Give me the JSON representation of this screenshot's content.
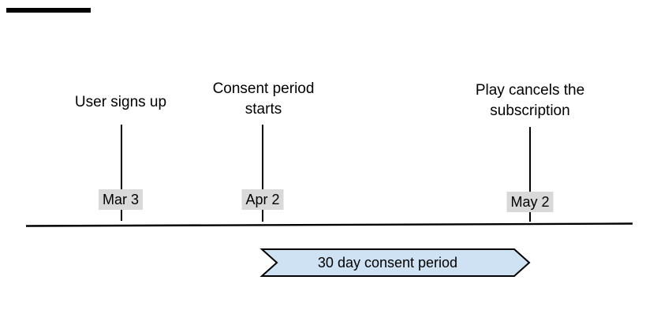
{
  "page": {
    "background": "#ffffff"
  },
  "decoration": {
    "top_left_bar_color": "#000000"
  },
  "timeline": {
    "axis_color": "#000000",
    "date_badge_bg": "#d9d9d9",
    "text_color": "#000000",
    "events": [
      {
        "title_lines": [
          "User signs up"
        ],
        "date": "Mar 3"
      },
      {
        "title_lines": [
          "Consent period",
          "starts"
        ],
        "date": "Apr 2"
      },
      {
        "title_lines": [
          "Play cancels the",
          "subscription"
        ],
        "date": "May 2"
      }
    ]
  },
  "banner": {
    "label": "30 day consent period",
    "fill": "#cfe2f3",
    "border_color": "#000000",
    "text_color": "#000000"
  }
}
